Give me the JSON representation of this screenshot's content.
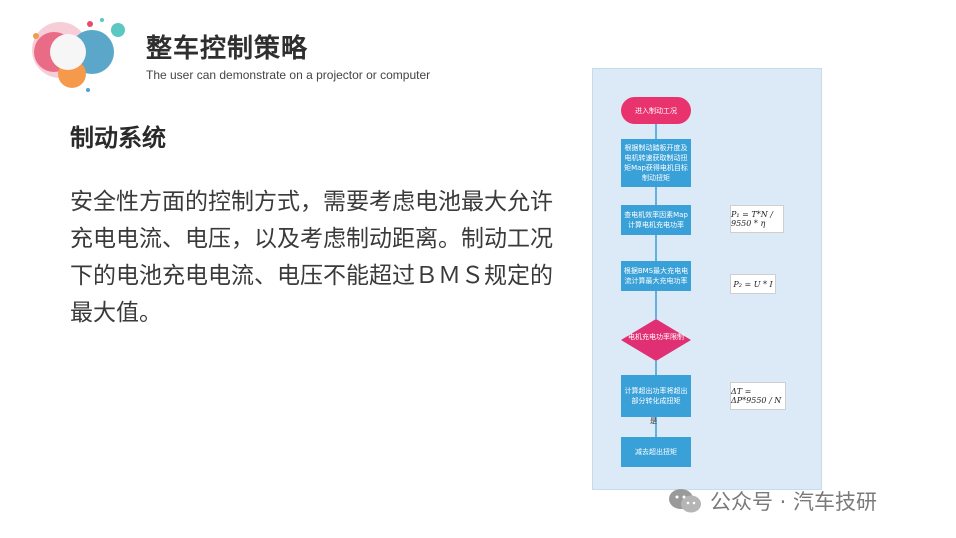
{
  "header": {
    "title": "整车控制策略",
    "subtitle": "The user can demonstrate on a projector or computer"
  },
  "section": {
    "heading": "制动系统",
    "body": "安全性方面的控制方式，需要考虑电池最大允许充电电流、电压，以及考虑制动距离。制动工况下的电池充电电流、电压不能超过ＢＭＳ规定的最大值。"
  },
  "flowchart": {
    "start": "进入制动工况",
    "step1": "根据制动踏板开度及电机转速获取制动扭矩Map获得电机目标制动扭矩",
    "step2": "查电机效率因素Map计算电机充电功率",
    "step3": "根据BMS最大充电电流计算最大充电功率",
    "decision": "电机充电功率限制",
    "step4": "计算超出功率将超出部分转化成扭矩",
    "yes_label": "是",
    "step5": "减去超出扭矩",
    "formula1": "P₁ = T*N / 9550 * η",
    "formula2": "P₂ = U * I",
    "formula3": "ΔT = ΔP*9550 / N"
  },
  "watermark": {
    "text": "公众号 · 汽车技研"
  },
  "colors": {
    "flow_box": "#3aa0d8",
    "flow_start": "#e8336e",
    "flow_background": "#dbeaf6"
  }
}
